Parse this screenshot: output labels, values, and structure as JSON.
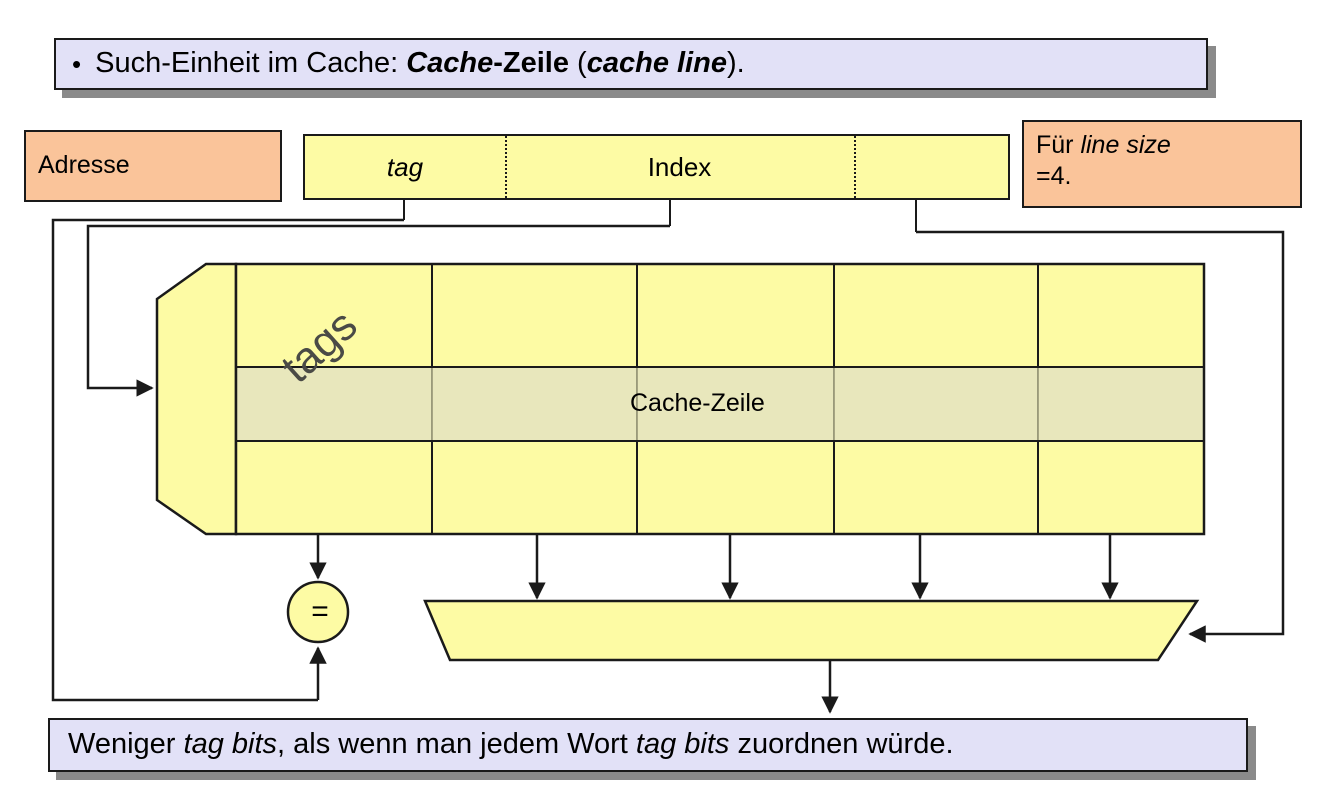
{
  "slide": {
    "title_bullet": "•",
    "title_prefix": "Such-Einheit im Cache: ",
    "title_bold_italic": "Cache",
    "title_bold": "-Zeile",
    "title_paren_open": " (",
    "title_bold_italic_2": "cache line",
    "title_paren_close": ").",
    "footer_part1": "Weniger ",
    "footer_italic1": "tag bits",
    "footer_part2": ", als wenn man jedem Wort ",
    "footer_italic2": "tag bits",
    "footer_part3": " zuordnen würde."
  },
  "address": {
    "label": "Adresse",
    "segments": [
      {
        "label": "tag",
        "italic": true
      },
      {
        "label": "Index",
        "italic": false
      },
      {
        "label": "",
        "italic": false
      }
    ]
  },
  "note": {
    "prefix": "Für ",
    "italic": "line size",
    "suffix": "=4."
  },
  "cache": {
    "tags_label": "tags",
    "cacheline_label": "Cache-Zeile",
    "comparator_symbol": "=",
    "columns": 5,
    "rows": 3,
    "highlighted_row_index": 1,
    "mux_inputs": 4
  },
  "colors": {
    "callout_fill": "#e2e1f7",
    "callout_shadow": "#8a8a8a",
    "orange_fill": "#fac49a",
    "yellow_fill": "#fdfba4",
    "yellow_highlight": "#e8e7bc",
    "stroke": "#1a1a1a",
    "tags_text": "#4a4a46"
  }
}
